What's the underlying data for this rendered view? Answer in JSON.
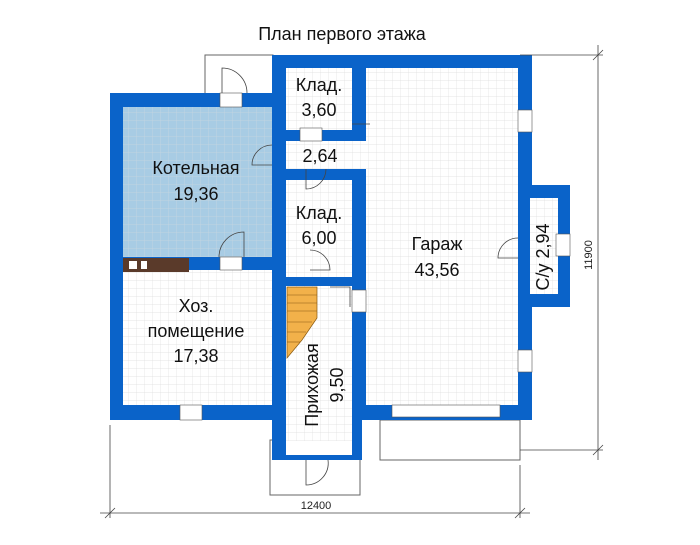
{
  "title": "План первого этажа",
  "rooms": {
    "klad1": {
      "name": "Клад.",
      "area": "3,60"
    },
    "hall_small": {
      "area": "2,64"
    },
    "boiler": {
      "name": "Котельная",
      "area": "19,36"
    },
    "klad2": {
      "name": "Клад.",
      "area": "6,00"
    },
    "garage": {
      "name": "Гараж",
      "area": "43,56"
    },
    "bath": {
      "label": "С/у 2,94"
    },
    "utility": {
      "name1": "Хоз.",
      "name2": "помещение",
      "area": "17,38"
    },
    "entry": {
      "name": "Прихожая",
      "area": "9,50"
    }
  },
  "dimensions": {
    "width": "12400",
    "height": "11900"
  },
  "colors": {
    "wall": "#0a63c9",
    "boiler_floor": "#a8cce4",
    "grid": "#dcdcdc",
    "stairs": "#f2b14a"
  }
}
